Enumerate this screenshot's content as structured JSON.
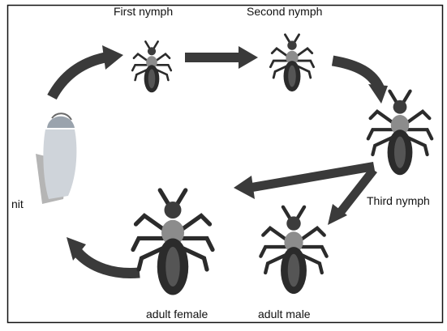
{
  "figure": {
    "title": "",
    "stages": {
      "nit": "nit",
      "first_nymph": "First nymph",
      "second_nymph": "Second nymph",
      "third_nymph": "Third nymph",
      "adult_male": "adult male",
      "adult_female": "adult female"
    },
    "colors": {
      "arrow": "#3a3a3a",
      "border": "#111111",
      "louse_body": "#2b2b2b",
      "louse_pale": "#8c8c8c",
      "nit_shell": "#cfd4da"
    },
    "icons": [
      "nit-egg-image",
      "louse-image"
    ]
  }
}
